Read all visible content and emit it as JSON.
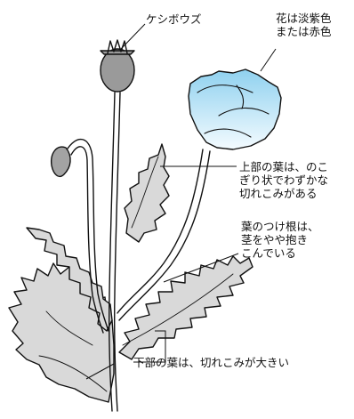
{
  "labels": {
    "capsule": "ケシボウズ",
    "flower": "花は淡紫色\nまたは赤色",
    "upper_leaf": "上部の葉は、のこ\nぎり状でわずかな\n切れこみがある",
    "leaf_base": "葉のつけ根は、\n茎をやや抱き\nこんでいる",
    "lower_leaf": "下部の葉は、切れこみが大きい"
  },
  "colors": {
    "leaf_fill": "#d9d9d9",
    "capsule_fill": "#9a9a9a",
    "bud_fill": "#a3a3a3",
    "flower_top": "#8fd1ef",
    "flower_bottom": "#f4fbff",
    "outline": "#111111"
  }
}
